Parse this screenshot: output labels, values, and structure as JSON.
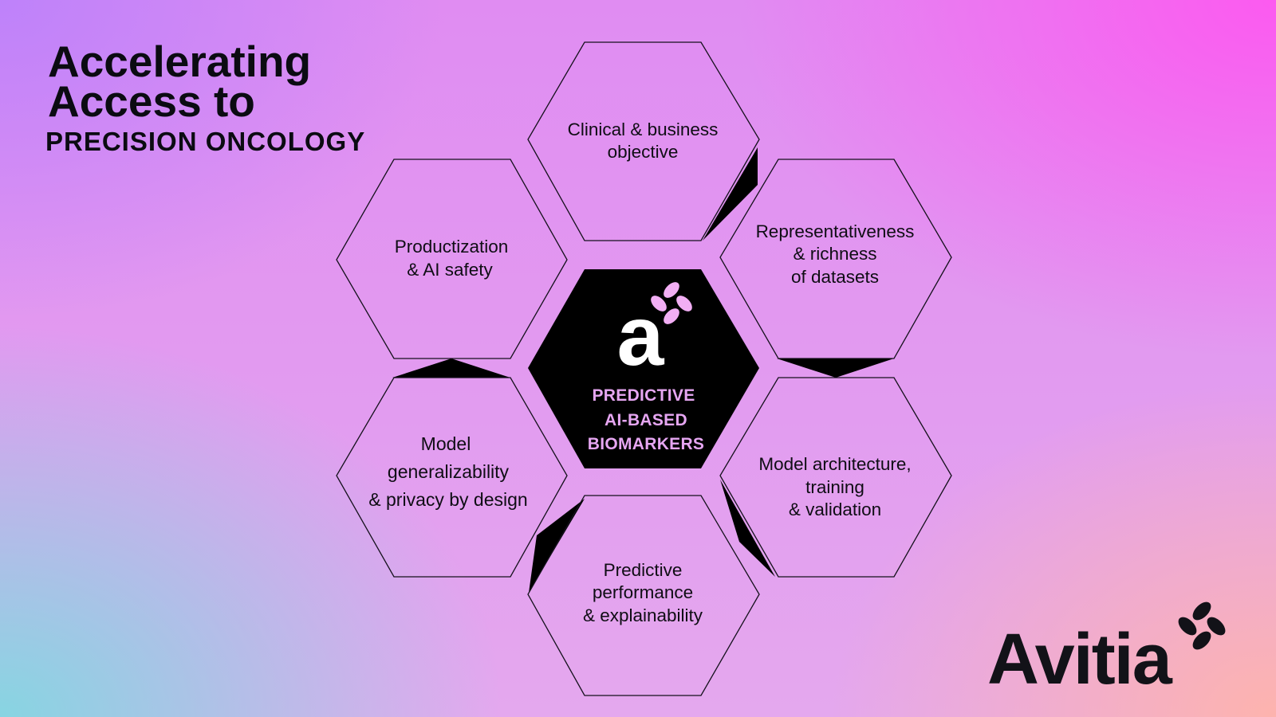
{
  "headline": {
    "line1": "Accelerating",
    "line2": "Access to",
    "line3": "PRECISION ONCOLOGY"
  },
  "diagram": {
    "center": {
      "mark_letter": "a",
      "lines": [
        "PREDICTIVE",
        "AI-BASED",
        "BIOMARKERS"
      ]
    },
    "hexes": [
      {
        "id": "clinical",
        "lines": [
          "Clinical  & business",
          "objective"
        ]
      },
      {
        "id": "datasets",
        "lines": [
          "Representativeness",
          "& richness",
          "of datasets"
        ]
      },
      {
        "id": "model-arch",
        "lines": [
          "Model architecture,",
          "training",
          "& validation"
        ]
      },
      {
        "id": "performance",
        "lines": [
          "Predictive",
          "performance",
          "& explainability"
        ]
      },
      {
        "id": "generalizability",
        "lines": [
          "Model",
          "generalizability",
          "& privacy by design"
        ]
      },
      {
        "id": "productization",
        "lines": [
          "Productization",
          "& AI safety"
        ]
      }
    ]
  },
  "brand": {
    "name": "Avitia"
  },
  "colors": {
    "text": "#0f0d14",
    "center_fill": "#000000",
    "center_text": "#e6a6f2",
    "accent_pink": "#f65cf0"
  }
}
